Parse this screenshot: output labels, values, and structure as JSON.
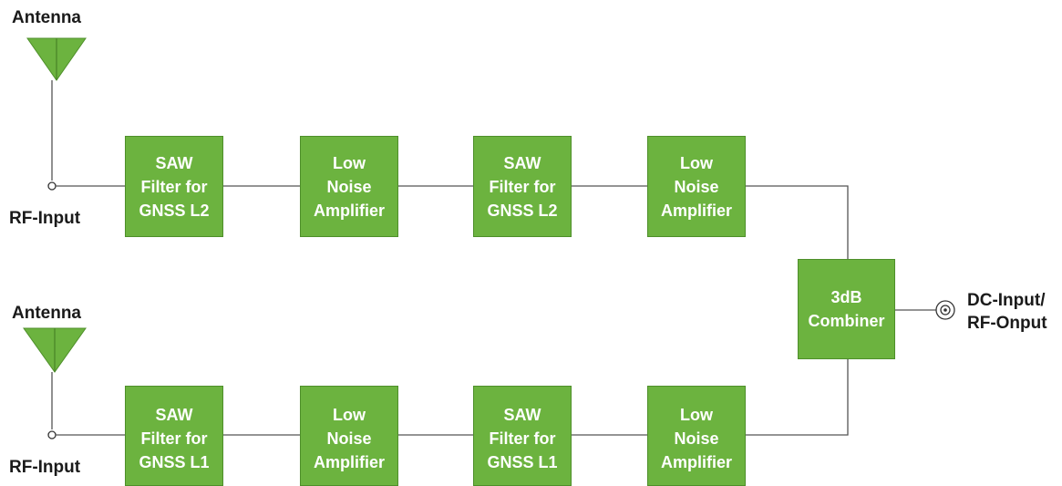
{
  "colors": {
    "block_fill": "#6cb33f",
    "block_border": "#4e8f2a",
    "line": "#555555",
    "text": "#1a1a1a",
    "block_text": "#ffffff"
  },
  "top_chain": {
    "antenna_label": "Antenna",
    "input_label": "RF-Input",
    "blocks": [
      {
        "lines": [
          "SAW",
          "Filter for",
          "GNSS L2"
        ]
      },
      {
        "lines": [
          "Low",
          "Noise",
          "Amplifier"
        ]
      },
      {
        "lines": [
          "SAW",
          "Filter for",
          "GNSS L2"
        ]
      },
      {
        "lines": [
          "Low",
          "Noise",
          "Amplifier"
        ]
      }
    ]
  },
  "bottom_chain": {
    "antenna_label": "Antenna",
    "input_label": "RF-Input",
    "blocks": [
      {
        "lines": [
          "SAW",
          "Filter for",
          "GNSS L1"
        ]
      },
      {
        "lines": [
          "Low",
          "Noise",
          "Amplifier"
        ]
      },
      {
        "lines": [
          "SAW",
          "Filter for",
          "GNSS L1"
        ]
      },
      {
        "lines": [
          "Low",
          "Noise",
          "Amplifier"
        ]
      }
    ]
  },
  "combiner": {
    "lines": [
      "3dB",
      "Combiner"
    ]
  },
  "output": {
    "label_line1": "DC-Input/",
    "label_line2": "RF-Onput"
  }
}
